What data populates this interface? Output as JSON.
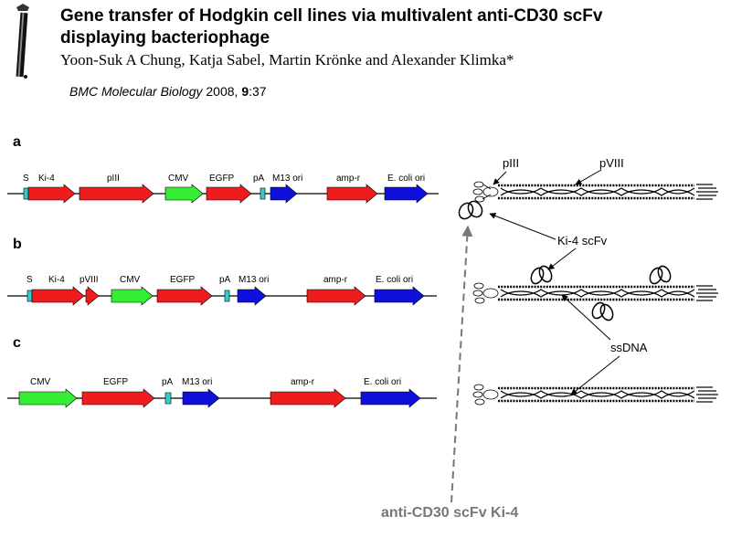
{
  "header": {
    "title_line1": "Gene transfer of Hodgkin cell lines via multivalent anti-CD30 scFv",
    "title_line2": "displaying bacteriophage",
    "authors": "Yoon-Suk A Chung, Katja Sabel, Martin Krönke and Alexander Klimka*",
    "journal_name": "BMC Molecular Biology",
    "journal_year": " 2008, ",
    "journal_volume": "9",
    "journal_pages": ":37"
  },
  "panels": {
    "a": {
      "label": "a",
      "features": {
        "s": "S",
        "ki4": "Ki-4",
        "coat": "pIII",
        "cmv": "CMV",
        "egfp": "EGFP",
        "pa": "pA",
        "m13": "M13 ori",
        "amp": "amp-r",
        "ecoli": "E. coli ori"
      }
    },
    "b": {
      "label": "b",
      "features": {
        "s": "S",
        "ki4": "Ki-4",
        "coat": "pVIII",
        "cmv": "CMV",
        "egfp": "EGFP",
        "pa": "pA",
        "m13": "M13 ori",
        "amp": "amp-r",
        "ecoli": "E. coli ori"
      }
    },
    "c": {
      "label": "c",
      "features": {
        "cmv": "CMV",
        "egfp": "EGFP",
        "pa": "pA",
        "m13": "M13 ori",
        "amp": "amp-r",
        "ecoli": "E. coli ori"
      }
    }
  },
  "phage": {
    "piii": "pIII",
    "pviii": "pVIII",
    "ki4_scfv": "Ki-4 scFv",
    "ssdna": "ssDNA"
  },
  "bottom_label": "anti-CD30 scFv Ki-4",
  "colors": {
    "red": "#ee1c1c",
    "green": "#33ee33",
    "blue": "#1010dd",
    "cyan": "#33cccc",
    "gray_label": "#777777"
  }
}
